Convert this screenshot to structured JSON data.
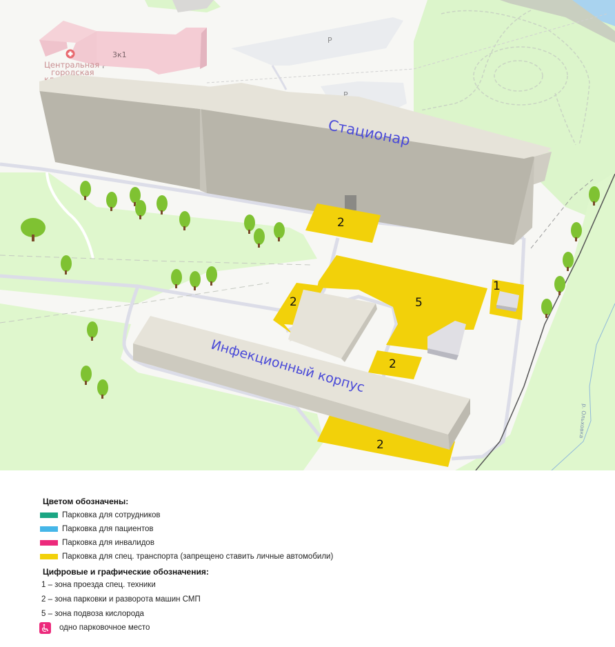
{
  "map": {
    "buildings": {
      "inpatient": {
        "label": "Стационар"
      },
      "infectious": {
        "label": "Инфекционный корпус"
      },
      "poi": {
        "number": "3к1",
        "name_line1": "Центральная",
        "name_line2": "городская",
        "name_line3": "кл..."
      }
    },
    "parking_p_labels": [
      "P",
      "P",
      "P"
    ],
    "zones": [
      {
        "id": "zone-2-inpatient",
        "number": "2"
      },
      {
        "id": "zone-5-oxygen",
        "number": "5"
      },
      {
        "id": "zone-1-special",
        "number": "1"
      },
      {
        "id": "zone-2-left",
        "number": "2"
      },
      {
        "id": "zone-2-middle",
        "number": "2"
      },
      {
        "id": "zone-2-bottom",
        "number": "2"
      }
    ],
    "stream_label": "р. Ольховка",
    "colors": {
      "zone_fill": "#f2d10a",
      "building_label": "#4a4ad8",
      "grass": "#dff7cd",
      "ground": "#fbfaf0",
      "road": "#dcdde8",
      "building_top": "#e6e3d9",
      "building_side": "#b8b5aa",
      "water": "#a9d3ef"
    }
  },
  "legend": {
    "colors_title": "Цветом обозначены:",
    "color_items": [
      {
        "color": "#1aa683",
        "label": "Парковка для сотрудников"
      },
      {
        "color": "#45b6e8",
        "label": "Парковка для пациентов"
      },
      {
        "color": "#ec2a7c",
        "label": "Парковка для инвалидов"
      },
      {
        "color": "#f2d10a",
        "label": "Парковка для спец. транспорта (запрещено ставить личные автомобили)"
      }
    ],
    "symbols_title": "Цифровые и графические обозначения:",
    "number_items": [
      "1 – зона проезда спец. техники",
      "2 – зона парковки и разворота машин СМП",
      "5 – зона подвоза кислорода"
    ],
    "accessible_icon": {
      "icon": "wheelchair-icon",
      "color": "#ec2a7c",
      "label": "одно парковочное место"
    }
  }
}
